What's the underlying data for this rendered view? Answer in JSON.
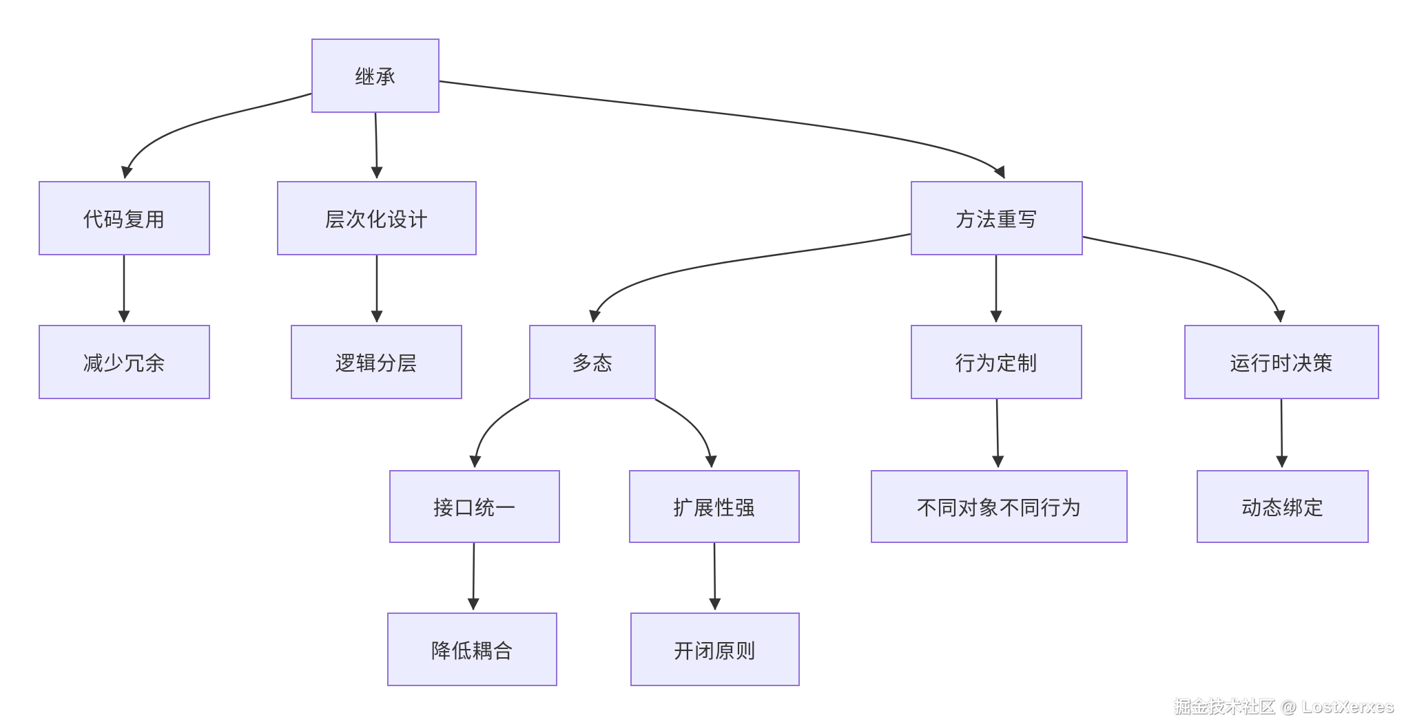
{
  "diagram": {
    "type": "flowchart-top-down",
    "colors": {
      "background": "#ffffff",
      "node_fill": "#ECECFF",
      "node_border": "#9370DB",
      "node_text": "#333333",
      "edge_color": "#333333"
    },
    "nodes": [
      {
        "id": "inheritance",
        "label": "继承"
      },
      {
        "id": "code-reuse",
        "label": "代码复用"
      },
      {
        "id": "hierarchical-design",
        "label": "层次化设计"
      },
      {
        "id": "method-override",
        "label": "方法重写"
      },
      {
        "id": "reduce-redundancy",
        "label": "减少冗余"
      },
      {
        "id": "logic-layering",
        "label": "逻辑分层"
      },
      {
        "id": "polymorphism",
        "label": "多态"
      },
      {
        "id": "behavior-customization",
        "label": "行为定制"
      },
      {
        "id": "runtime-decision",
        "label": "运行时决策"
      },
      {
        "id": "interface-unification",
        "label": "接口统一"
      },
      {
        "id": "strong-extensibility",
        "label": "扩展性强"
      },
      {
        "id": "different-objects-different-behaviors",
        "label": "不同对象不同行为"
      },
      {
        "id": "dynamic-binding",
        "label": "动态绑定"
      },
      {
        "id": "reduce-coupling",
        "label": "降低耦合"
      },
      {
        "id": "open-closed-principle",
        "label": "开闭原则"
      }
    ],
    "edges": [
      {
        "from": "继承",
        "to": "代码复用"
      },
      {
        "from": "继承",
        "to": "层次化设计"
      },
      {
        "from": "继承",
        "to": "方法重写"
      },
      {
        "from": "代码复用",
        "to": "减少冗余"
      },
      {
        "from": "层次化设计",
        "to": "逻辑分层"
      },
      {
        "from": "方法重写",
        "to": "多态"
      },
      {
        "from": "方法重写",
        "to": "行为定制"
      },
      {
        "from": "方法重写",
        "to": "运行时决策"
      },
      {
        "from": "多态",
        "to": "接口统一"
      },
      {
        "from": "多态",
        "to": "扩展性强"
      },
      {
        "from": "行为定制",
        "to": "不同对象不同行为"
      },
      {
        "from": "运行时决策",
        "to": "动态绑定"
      },
      {
        "from": "接口统一",
        "to": "降低耦合"
      },
      {
        "from": "扩展性强",
        "to": "开闭原则"
      }
    ]
  },
  "watermark": {
    "text": "掘金技术社区 @ LostXerxes"
  }
}
